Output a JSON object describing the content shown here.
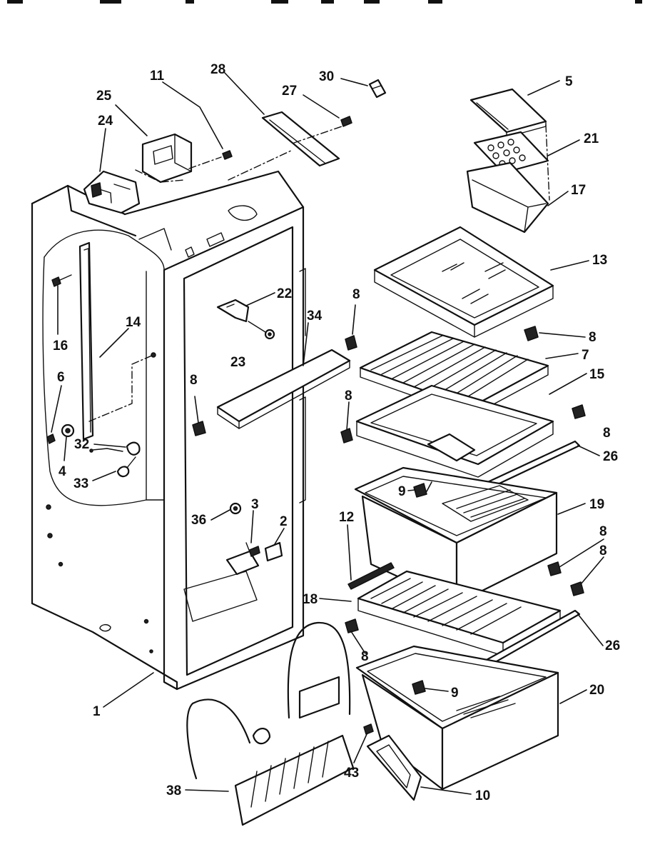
{
  "callouts": [
    {
      "id": "c1",
      "text": "1"
    },
    {
      "id": "c2",
      "text": "2"
    },
    {
      "id": "c3",
      "text": "3"
    },
    {
      "id": "c4",
      "text": "4"
    },
    {
      "id": "c5",
      "text": "5"
    },
    {
      "id": "c6",
      "text": "6"
    },
    {
      "id": "c7",
      "text": "7"
    },
    {
      "id": "c8a",
      "text": "8"
    },
    {
      "id": "c8b",
      "text": "8"
    },
    {
      "id": "c8c",
      "text": "8"
    },
    {
      "id": "c8d",
      "text": "8"
    },
    {
      "id": "c8e",
      "text": "8"
    },
    {
      "id": "c8f",
      "text": "8"
    },
    {
      "id": "c8g",
      "text": "8"
    },
    {
      "id": "c8h",
      "text": "8"
    },
    {
      "id": "c9a",
      "text": "9"
    },
    {
      "id": "c9b",
      "text": "9"
    },
    {
      "id": "c10",
      "text": "10"
    },
    {
      "id": "c11",
      "text": "11"
    },
    {
      "id": "c12",
      "text": "12"
    },
    {
      "id": "c13",
      "text": "13"
    },
    {
      "id": "c14",
      "text": "14"
    },
    {
      "id": "c15",
      "text": "15"
    },
    {
      "id": "c16",
      "text": "16"
    },
    {
      "id": "c17",
      "text": "17"
    },
    {
      "id": "c18",
      "text": "18"
    },
    {
      "id": "c19",
      "text": "19"
    },
    {
      "id": "c20",
      "text": "20"
    },
    {
      "id": "c21",
      "text": "21"
    },
    {
      "id": "c22",
      "text": "22"
    },
    {
      "id": "c23",
      "text": "23"
    },
    {
      "id": "c24",
      "text": "24"
    },
    {
      "id": "c25",
      "text": "25"
    },
    {
      "id": "c26a",
      "text": "26"
    },
    {
      "id": "c26b",
      "text": "26"
    },
    {
      "id": "c27",
      "text": "27"
    },
    {
      "id": "c28",
      "text": "28"
    },
    {
      "id": "c30",
      "text": "30"
    },
    {
      "id": "c32",
      "text": "32"
    },
    {
      "id": "c33",
      "text": "33"
    },
    {
      "id": "c34",
      "text": "34"
    },
    {
      "id": "c36",
      "text": "36"
    },
    {
      "id": "c38",
      "text": "38"
    },
    {
      "id": "c43",
      "text": "43"
    }
  ]
}
